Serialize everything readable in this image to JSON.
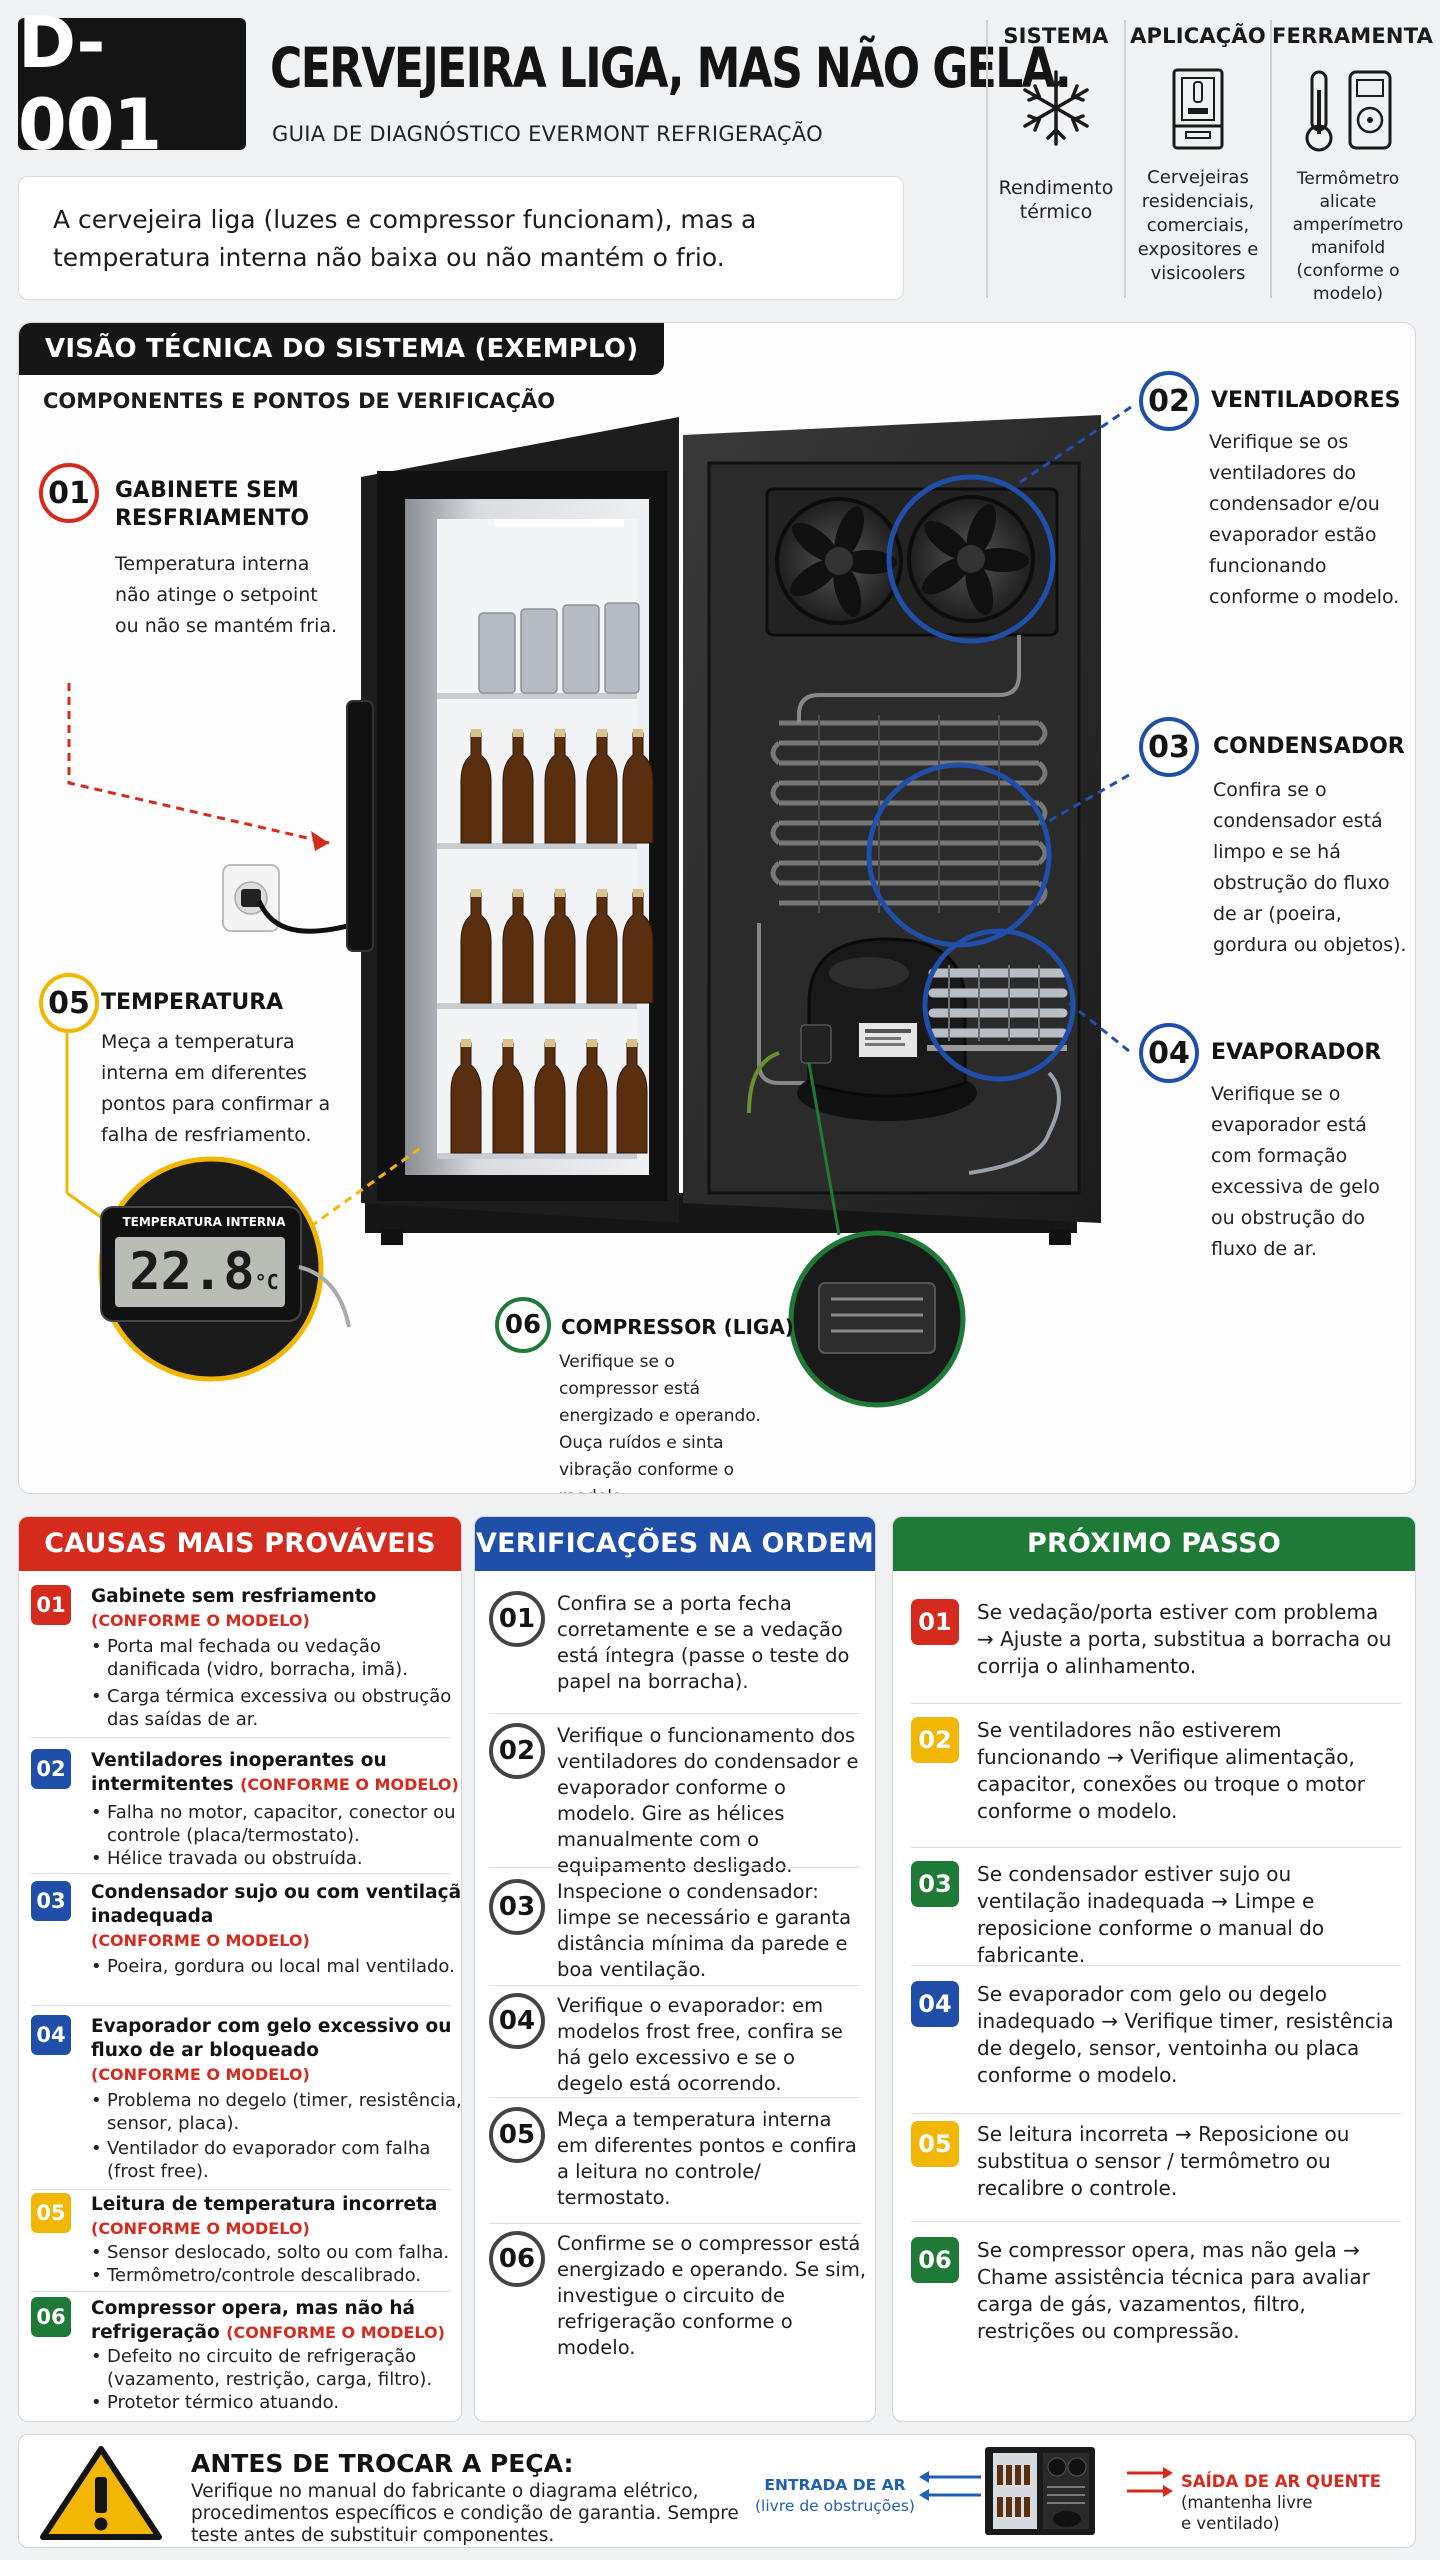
{
  "header": {
    "code": "D-001",
    "title": "CERVEJEIRA LIGA, MAS NÃO GELA.",
    "subtitle": "GUIA DE DIAGNÓSTICO EVERMONT REFRIGERAÇÃO",
    "summary": "A cervejeira liga (luzes e compressor funcionam), mas a temperatura interna não baixa ou não mantém o frio."
  },
  "categories": [
    {
      "label": "SISTEMA",
      "icon": "snowflake-icon",
      "value": "Rendimento térmico"
    },
    {
      "label": "APLICAÇÃO",
      "icon": "refrigerator-icon",
      "value": "Cervejeiras residenciais, comerciais, expositores e visicoolers"
    },
    {
      "label": "FERRAMENTA",
      "icon": "thermometer-meter-icon",
      "value": "Termômetro alicate amperímetro manifold (conforme o modelo)"
    }
  ],
  "system": {
    "title": "VISÃO TÉCNICA DO SISTEMA (EXEMPLO)",
    "subtitle": "COMPONENTES E PONTOS DE VERIFICAÇÃO",
    "thermo_label": "TEMPERATURA INTERNA",
    "thermo_value": "22.8",
    "thermo_unit": "°C",
    "callouts": [
      {
        "num": "01",
        "title": "GABINETE SEM RESFRIAMENTO",
        "text": "Temperatura interna não atinge o setpoint ou não se mantém fria."
      },
      {
        "num": "02",
        "title": "VENTILADORES",
        "text": "Verifique se os ventiladores do condensador e/ou evaporador estão funcionando conforme o modelo."
      },
      {
        "num": "03",
        "title": "CONDENSADOR",
        "text": "Confira se o condensador está limpo e se há obstrução do fluxo de ar (poeira, gordura ou objetos)."
      },
      {
        "num": "04",
        "title": "EVAPORADOR",
        "text": "Verifique se o evaporador está com formação excessiva de gelo ou obstrução do fluxo de ar."
      },
      {
        "num": "05",
        "title": "TEMPERATURA",
        "text": "Meça a temperatura interna em diferentes pontos para confirmar a falha de resfriamento."
      },
      {
        "num": "06",
        "title": "COMPRESSOR (LIGA)",
        "text": "Verifique se o compressor está energizado e operando. Ouça ruídos e sinta vibração conforme o modelo."
      }
    ]
  },
  "causes": {
    "title": "CAUSAS MAIS PROVÁVEIS",
    "items": [
      {
        "num": "01",
        "title": "Gabinete sem resfriamento",
        "tag": "(CONFORME O MODELO)",
        "bullets": [
          "Porta mal fechada ou vedação danificada (vidro, borracha, imã).",
          "Carga térmica excessiva ou obstrução das saídas de ar."
        ]
      },
      {
        "num": "02",
        "title": "Ventiladores inoperantes ou intermitentes",
        "tag": "(CONFORME O MODELO)",
        "bullets": [
          "Falha no motor, capacitor, conector ou controle (placa/termostato).",
          "Hélice travada ou obstruída."
        ]
      },
      {
        "num": "03",
        "title": "Condensador sujo ou com ventilação inadequada",
        "tag": "(CONFORME O MODELO)",
        "bullets": [
          "Poeira, gordura ou local mal ventilado."
        ]
      },
      {
        "num": "04",
        "title": "Evaporador com gelo excessivo ou fluxo de ar bloqueado",
        "tag": "(CONFORME O MODELO)",
        "bullets": [
          "Problema no degelo (timer, resistência, sensor, placa).",
          "Ventilador do evaporador com falha (frost free)."
        ]
      },
      {
        "num": "05",
        "title": "Leitura de temperatura incorreta",
        "tag": "(CONFORME O MODELO)",
        "bullets": [
          "Sensor deslocado, solto ou com falha.",
          "Termômetro/controle descalibrado."
        ]
      },
      {
        "num": "06",
        "title": "Compressor opera, mas não há refrigeração",
        "tag": "(CONFORME O MODELO)",
        "bullets": [
          "Defeito no circuito de refrigeração (vazamento, restrição, carga, filtro).",
          "Protetor térmico atuando."
        ]
      }
    ]
  },
  "checks": {
    "title": "VERIFICAÇÕES NA ORDEM",
    "items": [
      {
        "num": "01",
        "text": "Confira se a porta fecha corretamente e se a vedação está íntegra (passe o teste do papel na borracha)."
      },
      {
        "num": "02",
        "text": "Verifique o funcionamento dos ventiladores do condensador e evaporador conforme o modelo. Gire as hélices manualmente com o equipamento desligado."
      },
      {
        "num": "03",
        "text": "Inspecione o condensador: limpe se necessário e garanta distância mínima da parede e boa ventilação."
      },
      {
        "num": "04",
        "text": "Verifique o evaporador: em modelos frost free, confira se há gelo excessivo e se o degelo está ocorrendo."
      },
      {
        "num": "05",
        "text": "Meça a temperatura interna em diferentes pontos e confira a leitura no controle/ termostato."
      },
      {
        "num": "06",
        "text": "Confirme se o compressor está energizado e operando. Se sim, investigue o circuito de refrigeração conforme o modelo."
      }
    ]
  },
  "steps": {
    "title": "PRÓXIMO PASSO",
    "items": [
      {
        "num": "01",
        "text": "Se vedação/porta estiver com problema → Ajuste a porta, substitua a borracha ou corrija o alinhamento."
      },
      {
        "num": "02",
        "text": "Se ventiladores não estiverem funcionando → Verifique alimentação, capacitor, conexões ou troque o motor conforme o modelo."
      },
      {
        "num": "03",
        "text": "Se condensador estiver sujo ou ventilação inadequada → Limpe e reposicione conforme o manual do fabricante."
      },
      {
        "num": "04",
        "text": "Se evaporador com gelo ou degelo inadequado → Verifique timer, resistência de degelo, sensor, ventoinha ou placa conforme o modelo."
      },
      {
        "num": "05",
        "text": "Se leitura incorreta → Reposicione ou substitua o sensor / termômetro ou recalibre o controle."
      },
      {
        "num": "06",
        "text": "Se compressor opera, mas não gela → Chame assistência técnica para avaliar carga de gás, vazamentos, filtro, restrições ou compressão."
      }
    ]
  },
  "warning": {
    "title": "ANTES DE TROCAR A PEÇA:",
    "text": "Verifique no manual do fabricante o diagrama elétrico, procedimentos específicos e condição de garantia. Sempre teste antes de substituir componentes.",
    "air_in_label": "ENTRADA DE AR",
    "air_in_note": "(livre de obstruções)",
    "air_out_label": "SAÍDA DE AR QUENTE",
    "air_out_note": "(mantenha livre e ventilado)"
  },
  "colors": {
    "red": "#d52b1e",
    "blue": "#1f4fa8",
    "green": "#1e7a36",
    "yellow": "#f2b705",
    "dark": "#141414"
  }
}
